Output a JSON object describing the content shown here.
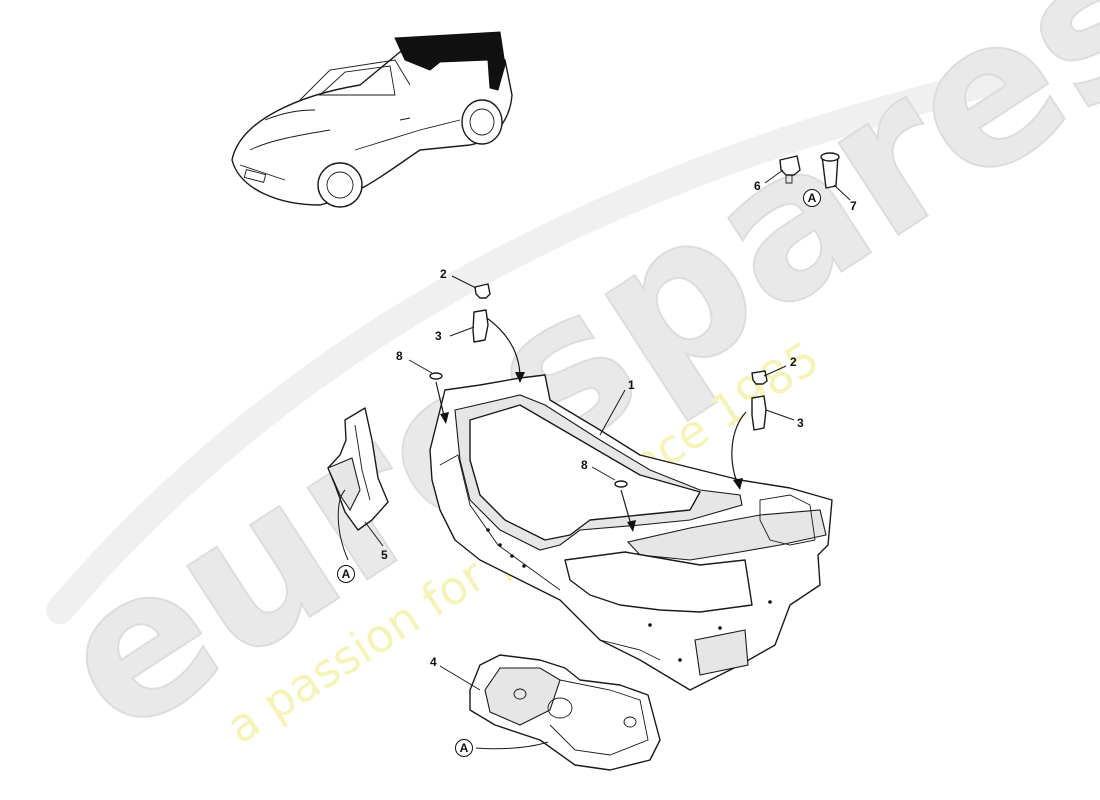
{
  "watermark": {
    "brand": "eurospares",
    "tagline": "a passion for parts since 1985"
  },
  "callouts": {
    "c1": "1",
    "c2a": "2",
    "c2b": "2",
    "c3a": "3",
    "c3b": "3",
    "c4": "4",
    "c5": "5",
    "c6": "6",
    "c7": "7",
    "c8a": "8",
    "c8b": "8",
    "refA1": "A",
    "refA2": "A",
    "refA3": "A"
  },
  "colors": {
    "line": "#1a1a1a",
    "watermark_gray": "#e9e9e9",
    "watermark_yellow": "#f6f3b8"
  }
}
